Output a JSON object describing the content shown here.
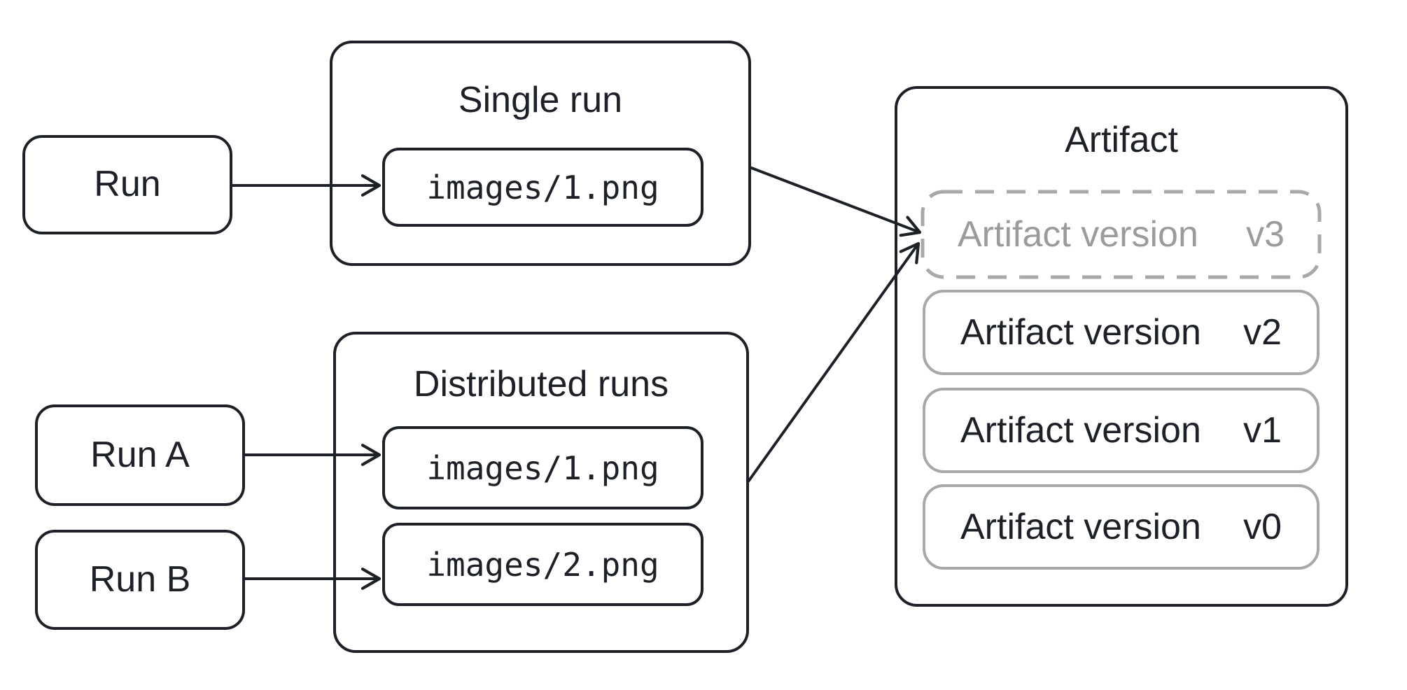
{
  "diagram": {
    "background_color": "#ffffff",
    "line_color": "#1d2127",
    "muted_border_color": "#a8a8a8",
    "muted_text_color": "#9b9b9b",
    "runs": {
      "single_source": {
        "label": "Run"
      },
      "distributed_source_a": {
        "label": "Run A"
      },
      "distributed_source_b": {
        "label": "Run B"
      }
    },
    "single_run_group": {
      "title": "Single run",
      "file": "images/1.png"
    },
    "distributed_runs_group": {
      "title": "Distributed runs",
      "files": [
        "images/1.png",
        "images/2.png"
      ]
    },
    "artifact": {
      "title": "Artifact",
      "versions": [
        {
          "label": "Artifact version",
          "tag": "v3",
          "state": "pending"
        },
        {
          "label": "Artifact version",
          "tag": "v2",
          "state": "committed"
        },
        {
          "label": "Artifact version",
          "tag": "v1",
          "state": "committed"
        },
        {
          "label": "Artifact version",
          "tag": "v0",
          "state": "committed"
        }
      ]
    }
  }
}
